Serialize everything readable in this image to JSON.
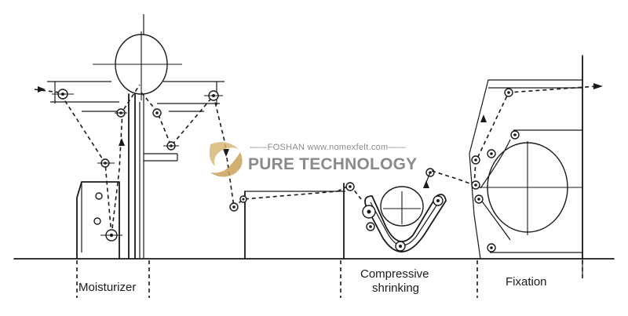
{
  "labels": {
    "moisturizer": "Moisturizer",
    "compressive_line1": "Compressive",
    "compressive_line2": "shrinking",
    "fixation": "Fixation"
  },
  "watermark": {
    "subtitle": "——FOSHAN www.nomexfelt.com——",
    "title": "PURE TECHNOLOGY",
    "color": "#8a8a8a",
    "accent": "#d9b877"
  },
  "colors": {
    "ink": "#1a1a1a",
    "background": "#ffffff"
  }
}
